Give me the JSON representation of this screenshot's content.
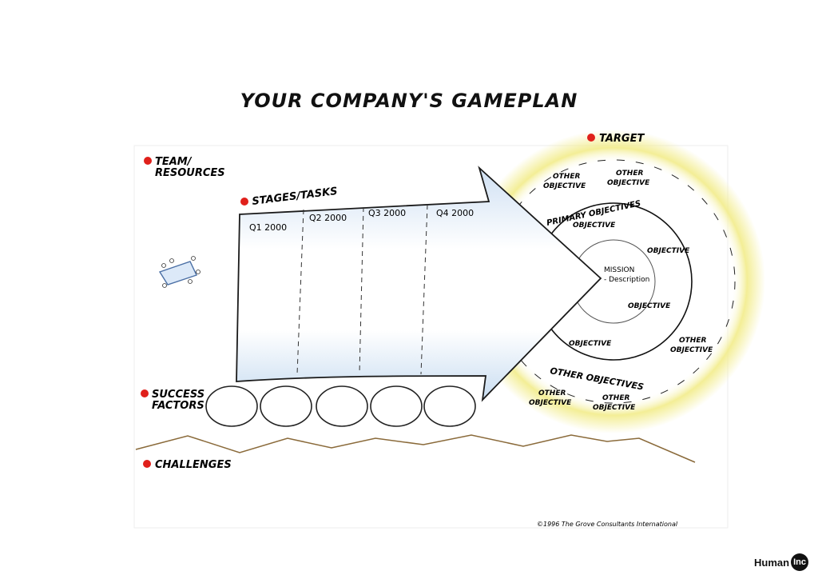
{
  "title": "YOUR COMPANY'S GAMEPLAN",
  "labels": {
    "team": [
      "TEAM/",
      "RESOURCES"
    ],
    "stages": "STAGES/TASKS",
    "success": [
      "SUCCESS",
      "FACTORS"
    ],
    "challenges": "CHALLENGES",
    "target": "TARGET"
  },
  "quarters": [
    "Q1 2000",
    "Q2 2000",
    "Q3 2000",
    "Q4 2000"
  ],
  "mission": {
    "title": "MISSION",
    "description": "- Description"
  },
  "primary_objectives": "PRIMARY OBJECTIVES",
  "other_objectives": "OTHER OBJECTIVES",
  "objective": "OBJECTIVE",
  "other_objective": [
    "OTHER",
    "OBJECTIVE"
  ],
  "copyright": "©1996 The Grove Consultants International",
  "brand": {
    "name": "Human",
    "badge": "Inc"
  },
  "colors": {
    "marker_red": "#e0201b",
    "arrow_fill": "#dbe9f7",
    "halo": "#f2ec8a"
  }
}
